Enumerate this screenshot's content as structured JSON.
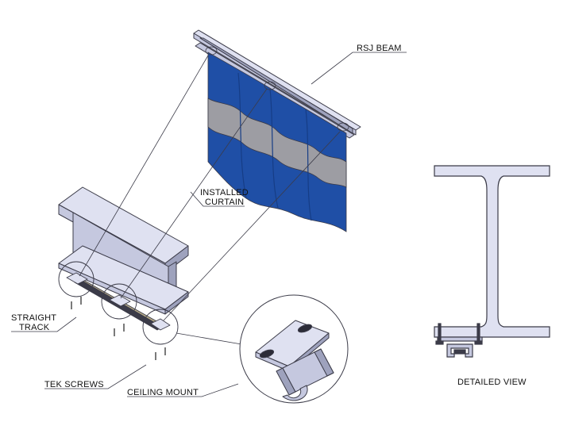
{
  "labels": {
    "rsj_beam": "RSJ BEAM",
    "installed_curtain_line1": "INSTALLED",
    "installed_curtain_line2": "CURTAIN",
    "straight_track_line1": "STRAIGHT",
    "straight_track_line2": "TRACK",
    "tek_screws": "TEK SCREWS",
    "ceiling_mount": "CEILING MOUNT",
    "detailed_view": "DETAILED VIEW"
  },
  "colors": {
    "steel_light": "#dfe1f1",
    "steel_mid": "#c5c8df",
    "steel_dark": "#9ea2bd",
    "curtain_blue": "#1f4fa6",
    "curtain_blue_dark": "#163d86",
    "curtain_stripe": "#9d9da3",
    "track_tan": "#b8ad8a",
    "outline": "#3b3b48"
  }
}
